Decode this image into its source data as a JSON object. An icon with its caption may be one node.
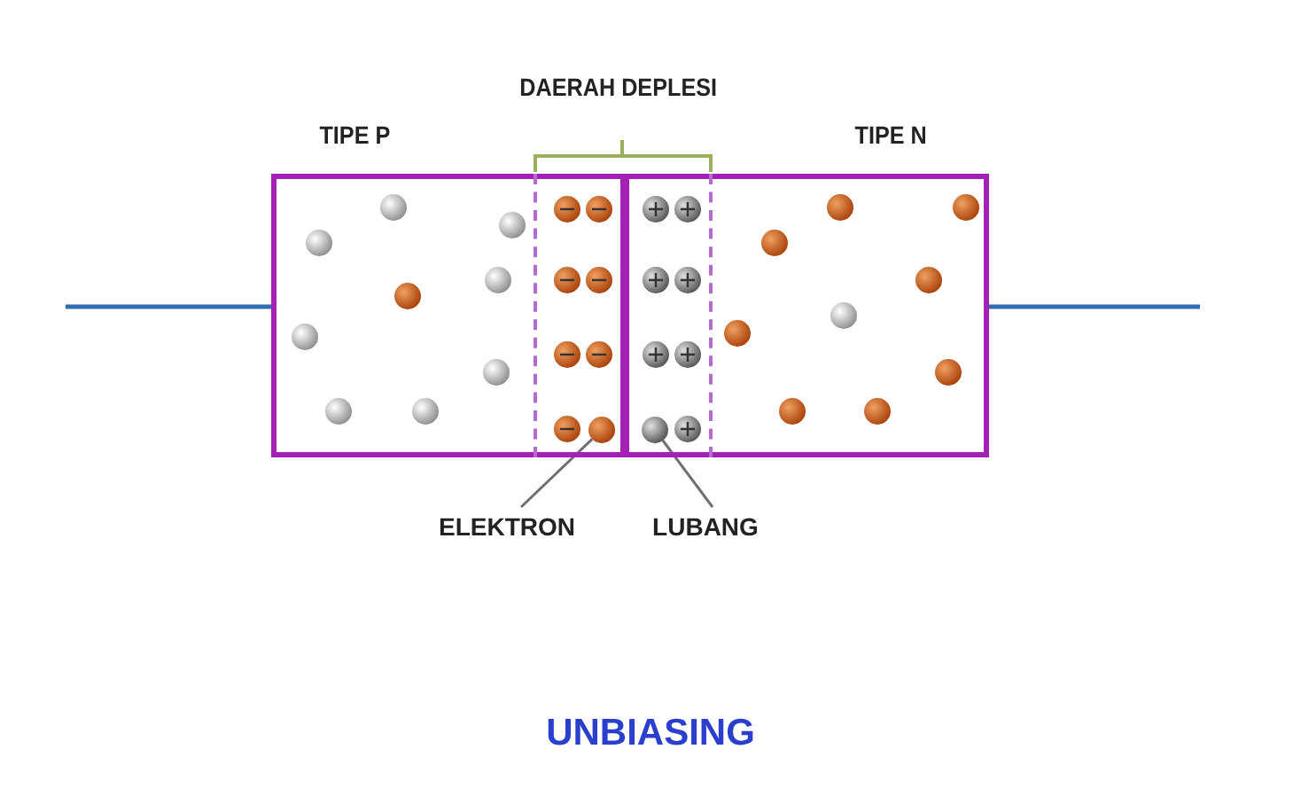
{
  "diagram": {
    "caption": "UNBIASING",
    "nodes": [
      {
        "text": [
          "TIPE P"
        ]
      },
      {
        "text": [
          "TIPE N"
        ]
      },
      {
        "text": [
          "DAERAH DEPLESI"
        ]
      },
      {
        "text": [],
        "shape": "circle"
      },
      {
        "text": [],
        "shape": "circle"
      },
      {
        "text": [
          "ELEKTRON"
        ]
      },
      {
        "text": [
          "LUBANG"
        ]
      }
    ],
    "edges": [
      {
        "from": null,
        "to": 0,
        "arrow": "none",
        "color": "#2e6db4"
      },
      {
        "from": 1,
        "to": null,
        "arrow": "none",
        "color": "#2e6db4"
      },
      {
        "from": 5,
        "to": 3,
        "arrow": "none"
      },
      {
        "from": 6,
        "to": 4,
        "arrow": "none"
      }
    ]
  }
}
